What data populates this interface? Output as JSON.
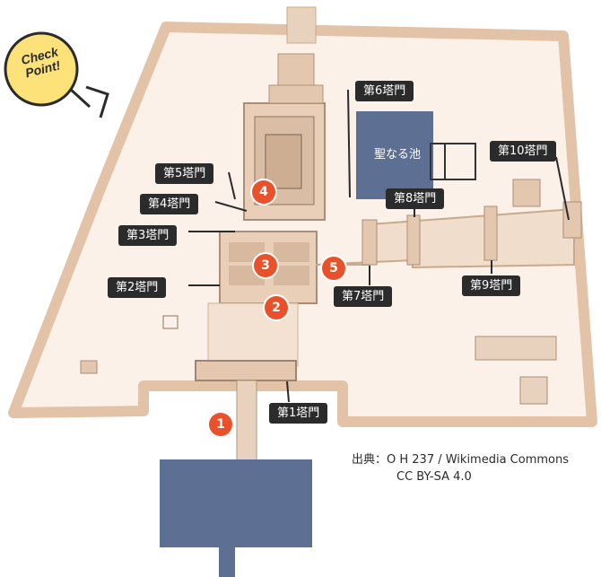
{
  "pylons": {
    "p1": "第1塔門",
    "p2": "第2塔門",
    "p3": "第3塔門",
    "p4": "第4塔門",
    "p5": "第5塔門",
    "p6": "第6塔門",
    "p7": "第7塔門",
    "p8": "第8塔門",
    "p9": "第9塔門",
    "p10": "第10塔門"
  },
  "markers": [
    "1",
    "2",
    "3",
    "4",
    "5"
  ],
  "sacred_lake": "聖なる池",
  "checkpoint": {
    "line1": "Check",
    "line2": "Point!"
  },
  "credit": {
    "line1": "出典：O H 237 / Wikimedia Commons",
    "line2": "CC BY-SA 4.0"
  },
  "colors": {
    "wall": "#e9d2bd",
    "ground": "#fbf1e8",
    "water": "#5d6f92",
    "label_bg": "#2b2b2b",
    "marker": "#e8512a",
    "checkpoint_fill": "#fde27a"
  }
}
